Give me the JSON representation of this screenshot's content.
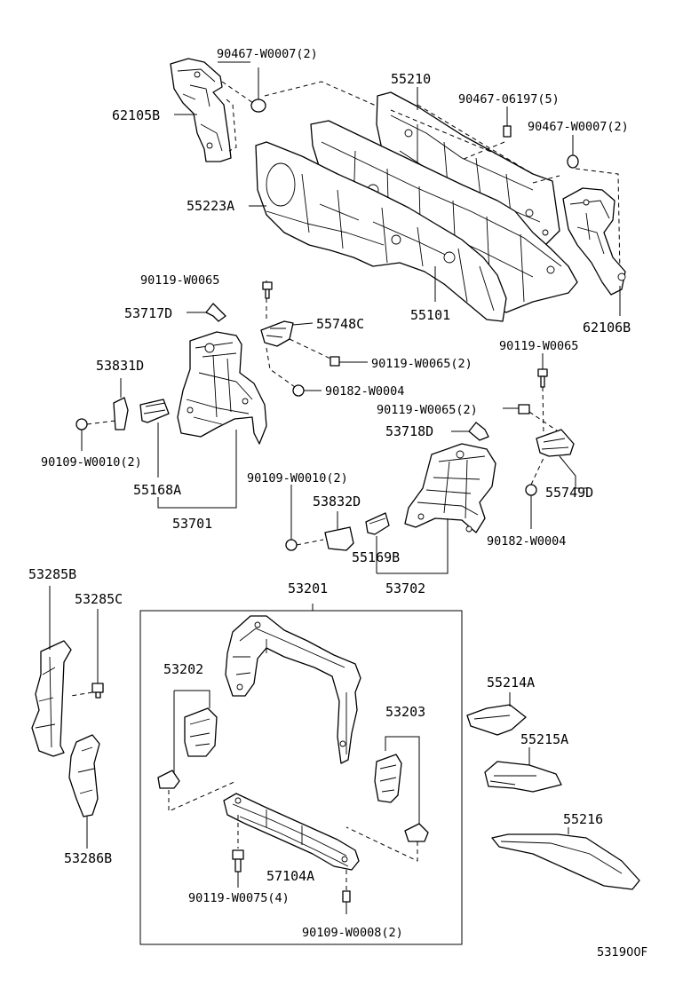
{
  "diagram_code": "531900F",
  "labels": {
    "l_90467_w0007_a": "90467-W0007(2)",
    "l_62105b": "62105B",
    "l_55210": "55210",
    "l_90467_06197": "90467-06197(5)",
    "l_90467_w0007_b": "90467-W0007(2)",
    "l_55223a": "55223A",
    "l_90119_w0065_a": "90119-W0065",
    "l_53717d": "53717D",
    "l_55748c": "55748C",
    "l_55101": "55101",
    "l_62106b": "62106B",
    "l_90119_w0065_b": "90119-W0065",
    "l_53831d": "53831D",
    "l_90119_w0065_c": "90119-W0065(2)",
    "l_90182_w0004_a": "90182-W0004",
    "l_90119_w0065_d": "90119-W0065(2)",
    "l_53718d": "53718D",
    "l_90109_w0010_a": "90109-W0010(2)",
    "l_55168a": "55168A",
    "l_55749d": "55749D",
    "l_90109_w0010_b": "90109-W0010(2)",
    "l_53832d": "53832D",
    "l_53701": "53701",
    "l_90182_w0004_b": "90182-W0004",
    "l_55169b": "55169B",
    "l_53702": "53702",
    "l_53285b": "53285B",
    "l_53285c": "53285C",
    "l_53201": "53201",
    "l_53202": "53202",
    "l_55214a": "55214A",
    "l_53203": "53203",
    "l_55215a": "55215A",
    "l_55216": "55216",
    "l_53286b": "53286B",
    "l_57104a": "57104A",
    "l_90119_w0075": "90119-W0075(4)",
    "l_90109_w0008": "90109-W0008(2)"
  }
}
